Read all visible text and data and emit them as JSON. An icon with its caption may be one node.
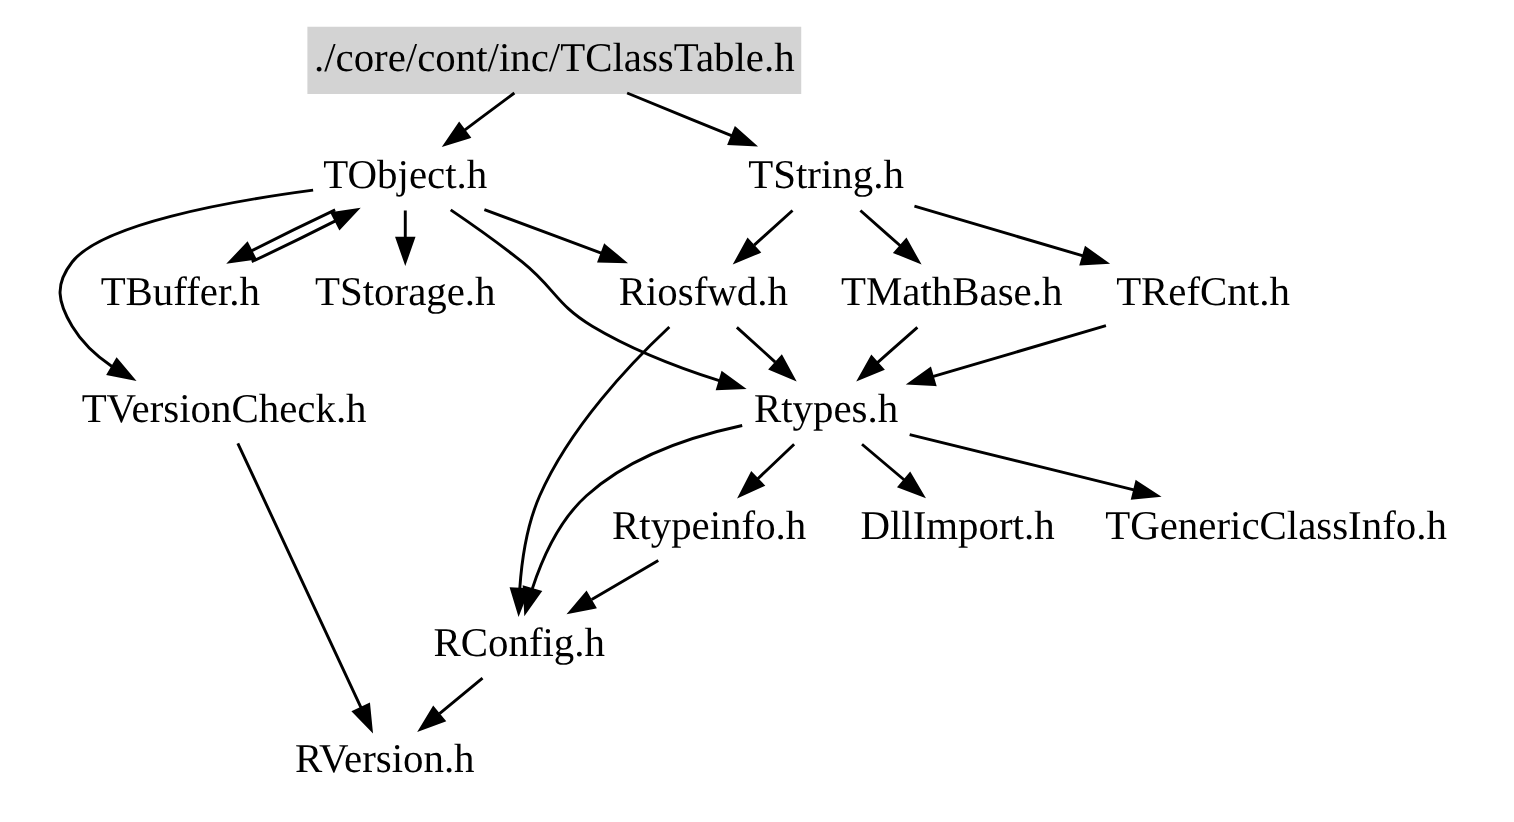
{
  "diagram": {
    "nodes": [
      {
        "text": [
          "./core/cont/inc/TClassTable.h"
        ]
      },
      {
        "text": [
          "TObject.h"
        ]
      },
      {
        "text": [
          "TString.h"
        ]
      },
      {
        "text": [
          "TBuffer.h"
        ]
      },
      {
        "text": [
          "TStorage.h"
        ]
      },
      {
        "text": [
          "Riosfwd.h"
        ]
      },
      {
        "text": [
          "TRefCnt.h"
        ]
      },
      {
        "text": [
          "TMathBase.h"
        ]
      },
      {
        "text": [
          "TVersionCheck.h"
        ]
      },
      {
        "text": [
          "Rtypes.h"
        ]
      },
      {
        "text": [
          "DllImport.h"
        ]
      },
      {
        "text": [
          "TGenericClassInfo.h"
        ]
      },
      {
        "text": [
          "Rtypeinfo.h"
        ]
      },
      {
        "text": [
          "RConfig.h"
        ]
      },
      {
        "text": [
          "RVersion.h"
        ]
      }
    ],
    "edges": [
      {
        "from": 0,
        "to": 1,
        "arrow": "to"
      },
      {
        "from": 0,
        "to": 2,
        "arrow": "to"
      },
      {
        "from": 1,
        "to": 3,
        "arrow": "to"
      },
      {
        "from": 3,
        "to": 1,
        "arrow": "to"
      },
      {
        "from": 1,
        "to": 4,
        "arrow": "to"
      },
      {
        "from": 1,
        "to": 5,
        "arrow": "to"
      },
      {
        "from": 1,
        "to": 8,
        "arrow": "to"
      },
      {
        "from": 1,
        "to": 9,
        "arrow": "to"
      },
      {
        "from": 2,
        "to": 5,
        "arrow": "to"
      },
      {
        "from": 2,
        "to": 6,
        "arrow": "to"
      },
      {
        "from": 2,
        "to": 7,
        "arrow": "to"
      },
      {
        "from": 5,
        "to": 9,
        "arrow": "to"
      },
      {
        "from": 5,
        "to": 13,
        "arrow": "to"
      },
      {
        "from": 6,
        "to": 9,
        "arrow": "to"
      },
      {
        "from": 7,
        "to": 9,
        "arrow": "to"
      },
      {
        "from": 8,
        "to": 14,
        "arrow": "to"
      },
      {
        "from": 9,
        "to": 10,
        "arrow": "to"
      },
      {
        "from": 9,
        "to": 11,
        "arrow": "to"
      },
      {
        "from": 9,
        "to": 12,
        "arrow": "to"
      },
      {
        "from": 9,
        "to": 13,
        "arrow": "to"
      },
      {
        "from": 12,
        "to": 13,
        "arrow": "to"
      },
      {
        "from": 13,
        "to": 14,
        "arrow": "to"
      }
    ]
  }
}
